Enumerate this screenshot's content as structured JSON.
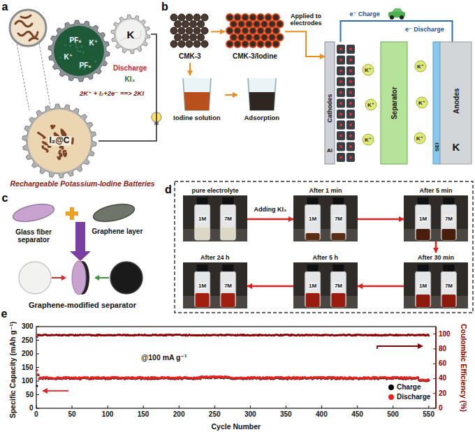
{
  "diagram": {
    "nodes": [
      {
        "text": [
          "PF₆",
          "K⁺",
          "K⁺",
          "PF₆"
        ]
      },
      {
        "text": [
          "K"
        ]
      },
      {
        "text": [
          "I₂@C"
        ]
      },
      {
        "text": [
          "CMK-3"
        ]
      },
      {
        "text": [
          "CMK-3/Iodine"
        ]
      },
      {
        "text": [
          "Iodine solution"
        ]
      },
      {
        "text": [
          "Adsorption"
        ]
      },
      {
        "text": [
          "Cathodes",
          "Al"
        ]
      },
      {
        "text": [
          "Separator"
        ]
      },
      {
        "text": [
          "SEI",
          "K",
          "Anodes"
        ]
      },
      {
        "text": [
          "pure electrolyte",
          "1M",
          "7M"
        ]
      },
      {
        "text": [
          "After 1 min",
          "1M",
          "7M"
        ]
      },
      {
        "text": [
          "After 5 min",
          "1M",
          "7M"
        ]
      },
      {
        "text": [
          "After 24 h",
          "1M",
          "7M"
        ]
      },
      {
        "text": [
          "After 5 h",
          "1M",
          "7M"
        ]
      },
      {
        "text": [
          "After 30 min",
          "1M",
          "7M"
        ]
      }
    ],
    "edges": [
      {
        "from": 2,
        "to": 1,
        "arrow": "none"
      },
      {
        "from": 3,
        "to": 4,
        "arrow": "to"
      },
      {
        "from": 3,
        "to": 5,
        "arrow": "to"
      },
      {
        "from": 5,
        "to": 6,
        "arrow": "to"
      },
      {
        "from": 4,
        "to": 7,
        "label": "Applied to electrodes",
        "arrow": "to"
      },
      {
        "from": 7,
        "to": 9,
        "arrow": "none"
      },
      {
        "from": 10,
        "to": 11,
        "label": "Adding KI₃",
        "arrow": "to"
      },
      {
        "from": 11,
        "to": 12,
        "arrow": "to"
      },
      {
        "from": 12,
        "to": 15,
        "arrow": "to"
      },
      {
        "from": 15,
        "to": 14,
        "arrow": "to"
      },
      {
        "from": 14,
        "to": 13,
        "arrow": "to"
      }
    ],
    "labels": [
      "a",
      "Discharge",
      "KI₃",
      "2K⁺ + I₂+2e⁻ ==> 2KI",
      "Rechargeable Potassium-Iodine Batteries",
      "b",
      "e⁻ Charge",
      "e⁻ Discharge",
      "K⁺",
      "K⁺",
      "K⁺",
      "K⁺",
      "K⁺",
      "K⁺",
      "c",
      "Glass fiber separator",
      "Graphene layer",
      "Graphene-modified separator",
      "d",
      "e",
      "@100 mA g⁻¹",
      "Specific Capacity (mAh g⁻¹)",
      "Coulombic Efficiency (%)",
      "Cycle Number",
      "0",
      "50",
      "100",
      "150",
      "200",
      "250",
      "300",
      "0",
      "50",
      "100",
      "150",
      "200",
      "250",
      "300",
      "350",
      "400",
      "450",
      "500",
      "550",
      "0",
      "20",
      "40",
      "60",
      "80",
      "100"
    ],
    "legend": [
      {
        "text": "Charge",
        "color": "#000000"
      },
      {
        "text": "Discharge",
        "color": "#e8231f"
      }
    ]
  }
}
